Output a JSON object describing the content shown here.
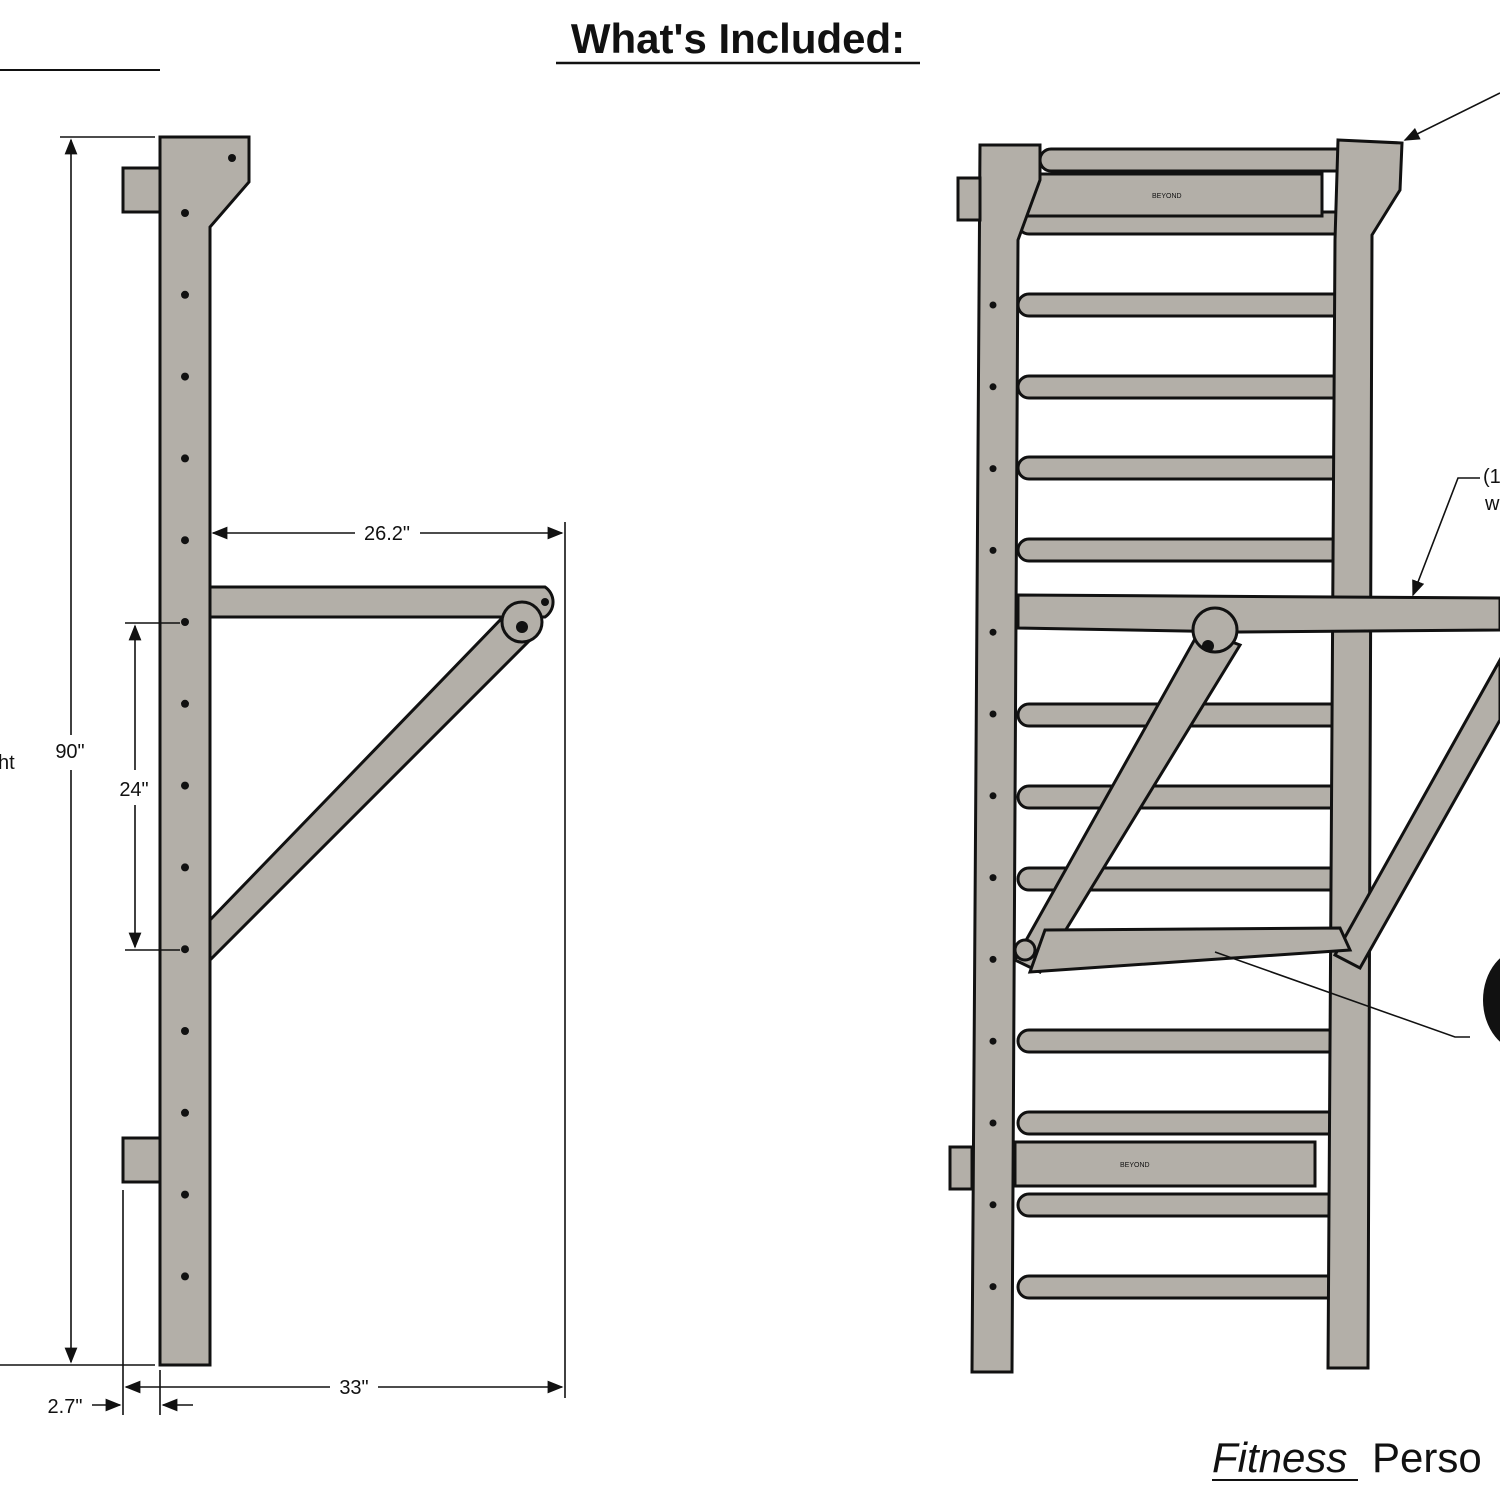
{
  "title": "What's Included:",
  "side_view": {
    "height_label_partial": "ht",
    "total_height": "90\"",
    "bar_spacing": "24\"",
    "arm_length": "26.2\"",
    "total_depth": "33\"",
    "wall_offset": "2.7\""
  },
  "front_view": {
    "callout_1_partial": "(1",
    "callout_1_line2_partial": "w",
    "brand_mark": "BEYOND"
  },
  "footer": {
    "italic_word": "Fitness",
    "rest": "Perso"
  },
  "colors": {
    "wood": "#b3afa8",
    "ink": "#111111"
  }
}
